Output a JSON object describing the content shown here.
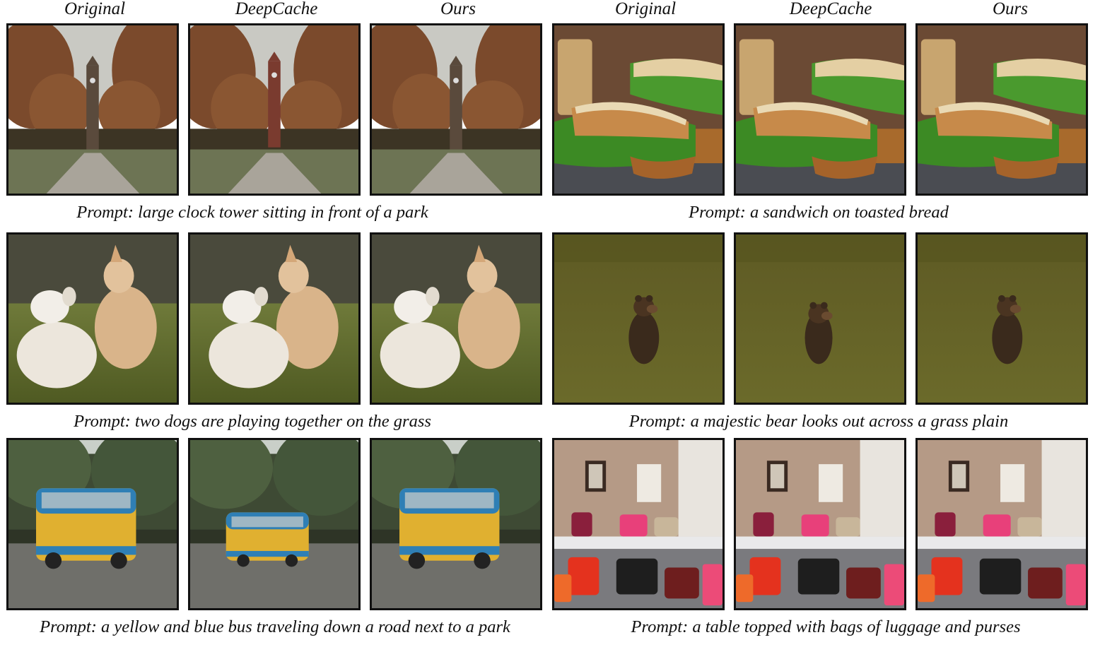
{
  "column_headers": [
    "Original",
    "DeepCache",
    "Ours",
    "Original",
    "DeepCache",
    "Ours"
  ],
  "prompts": [
    "Prompt: large clock tower sitting in front of a park",
    "Prompt: a sandwich on toasted bread",
    "Prompt: two dogs are playing together on the grass",
    "Prompt: a majestic bear looks out across a grass plain",
    "Prompt: a yellow and blue bus traveling down a road next to a park",
    "Prompt: a table topped with bags of luggage and purses"
  ],
  "scene_types": [
    "clock-tower",
    "sandwich",
    "dogs",
    "bear",
    "bus",
    "bags"
  ],
  "colors": {
    "border": "#111111",
    "text": "#111111",
    "background": "#ffffff"
  }
}
